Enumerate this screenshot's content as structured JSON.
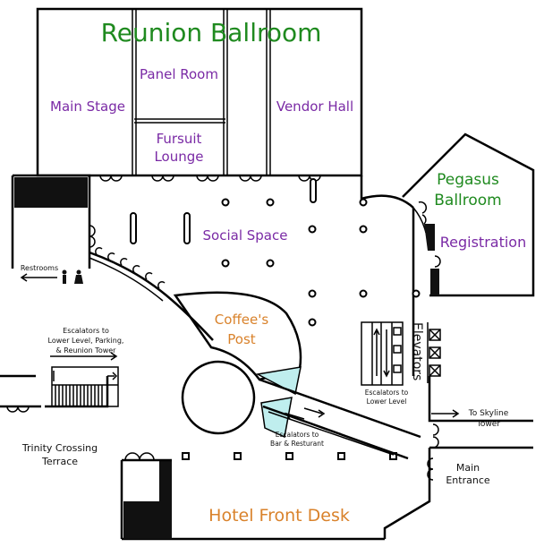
{
  "rooms": {
    "reunion_ballroom": "Reunion Ballroom",
    "panel_room": "Panel Room",
    "main_stage": "Main Stage",
    "vendor_hall": "Vendor Hall",
    "fursuit_lounge_line1": "Fursuit",
    "fursuit_lounge_line2": "Lounge",
    "pegasus_line1": "Pegasus",
    "pegasus_line2": "Ballroom",
    "registration": "Registration",
    "social_space": "Social Space",
    "coffee_line1": "Coffee's",
    "coffee_line2": "Post",
    "elevators": "Elevators",
    "hotel_front_desk": "Hotel Front Desk",
    "trinity_line1": "Trinity Crossing",
    "trinity_line2": "Terrace",
    "main_entrance_line1": "Main",
    "main_entrance_line2": "Entrance"
  },
  "signs": {
    "restrooms": "Restrooms",
    "esc_left_line1": "Escalators to",
    "esc_left_line2": "Lower Level, Parking,",
    "esc_left_line3": "& Reunion Tower",
    "esc_right_line1": "Escalators to",
    "esc_right_line2": "Lower Level",
    "esc_bar_line1": "Escalators to",
    "esc_bar_line2": "Bar & Resturant",
    "skyline_line1": "To Skyline",
    "skyline_line2": "Tower"
  },
  "colors": {
    "ballroom_label": "#1f8a1f",
    "room_label": "#7a2aa5",
    "cafe_label": "#d9822b",
    "escalator_area": "#bfeeee"
  }
}
